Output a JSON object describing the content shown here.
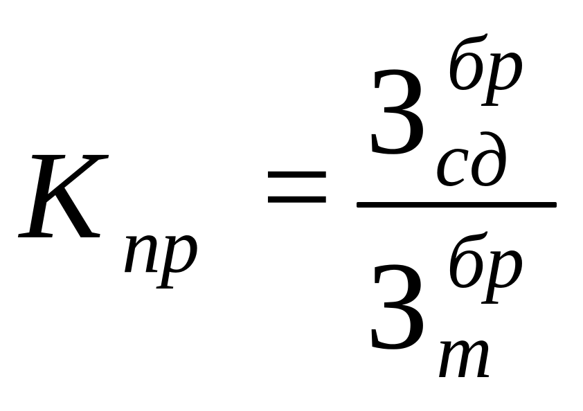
{
  "formula": {
    "lhs": {
      "symbol": "K",
      "subscript": "пр"
    },
    "operator": "=",
    "numerator": {
      "symbol": "З",
      "superscript": "бр",
      "subscript": "сд"
    },
    "denominator": {
      "symbol": "З",
      "superscript": "бр",
      "subscript": "т"
    },
    "color": "#000000",
    "background": "#ffffff"
  }
}
